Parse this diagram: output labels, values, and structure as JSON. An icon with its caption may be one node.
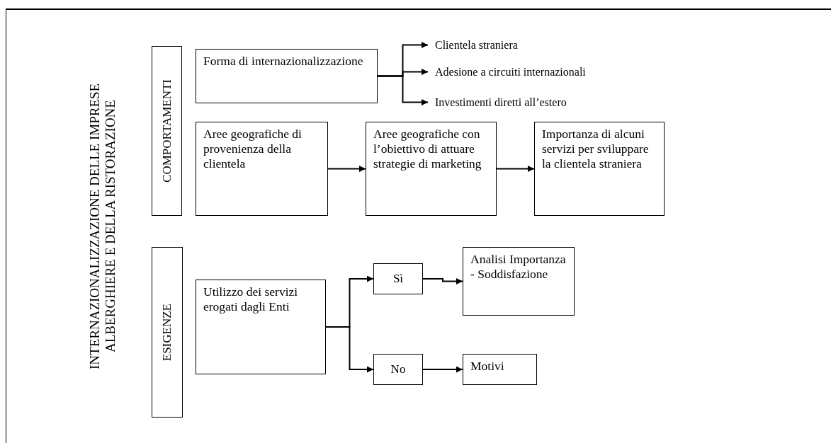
{
  "diagram": {
    "title": "INTERNAZIONALIZZAZIONE DELLE IMPRESE ALBERGHIERE E DELLA RISTORAZIONE",
    "nodes": [
      {
        "text": [
          "COMPORTAMENTI"
        ]
      },
      {
        "text": [
          "Forma di internazionalizzazione"
        ]
      },
      {
        "text": [
          "Clientela straniera"
        ]
      },
      {
        "text": [
          "Adesione a circuiti internazionali"
        ]
      },
      {
        "text": [
          "Investimenti diretti all’estero"
        ]
      },
      {
        "text": [
          "Aree geografiche di provenienza della clientela"
        ]
      },
      {
        "text": [
          "Aree geografiche con l’obiettivo di attuare strategie di marketing"
        ]
      },
      {
        "text": [
          "Importanza di alcuni servizi per sviluppare la clientela straniera"
        ]
      },
      {
        "text": [
          "ESIGENZE"
        ]
      },
      {
        "text": [
          "Utilizzo dei servizi erogati dagli Enti"
        ]
      },
      {
        "text": [
          "Sì"
        ]
      },
      {
        "text": [
          "No"
        ]
      },
      {
        "text": [
          "Analisi Importanza - Soddisfazione"
        ]
      },
      {
        "text": [
          "Motivi"
        ]
      }
    ],
    "edges": [
      {
        "from": 1,
        "to": 2,
        "arrow": "to"
      },
      {
        "from": 1,
        "to": 3,
        "arrow": "to"
      },
      {
        "from": 1,
        "to": 4,
        "arrow": "to"
      },
      {
        "from": 5,
        "to": 6,
        "arrow": "to"
      },
      {
        "from": 6,
        "to": 7,
        "arrow": "to"
      },
      {
        "from": 9,
        "to": 10,
        "arrow": "to"
      },
      {
        "from": 9,
        "to": 11,
        "arrow": "to"
      },
      {
        "from": 10,
        "to": 12,
        "arrow": "to"
      },
      {
        "from": 11,
        "to": 13,
        "arrow": "to"
      }
    ]
  }
}
